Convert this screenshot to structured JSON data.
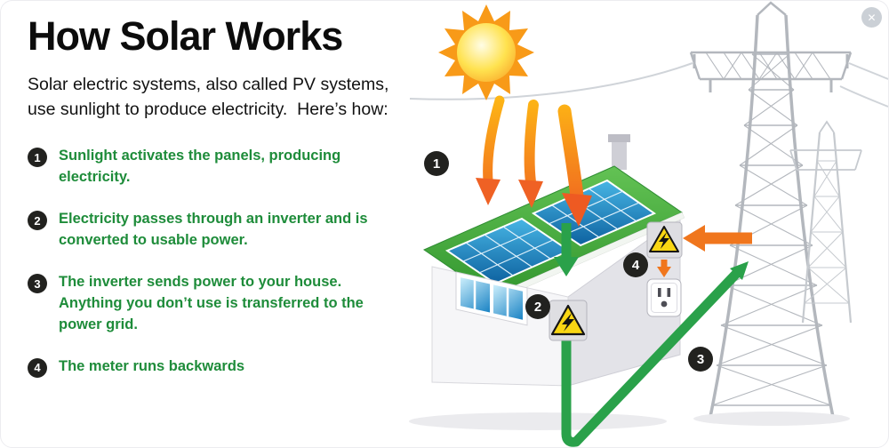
{
  "title": "How Solar Works",
  "intro": "Solar electric systems, also called PV systems,\nuse sunlight to produce electricity.  Here’s how:",
  "steps": [
    {
      "number": "1",
      "text": "Sunlight activates the panels, producing electricity."
    },
    {
      "number": "2",
      "text": "Electricity passes through an inverter and is converted to usable power."
    },
    {
      "number": "3",
      "text": "The inverter sends power to your house. Anything you don’t use is transferred to the power grid."
    },
    {
      "number": "4",
      "text": "The meter runs backwards"
    }
  ],
  "icons": {
    "close": "✕"
  },
  "colors": {
    "accent_green": "#1E8C3A",
    "arrow_green": "#2AA14A",
    "roof_green": "#46A93C",
    "panel_blue": "#1B75BC",
    "sun_orange": "#F7941D",
    "arrow_orange": "#F0761D",
    "badge_dark": "#22221F"
  }
}
